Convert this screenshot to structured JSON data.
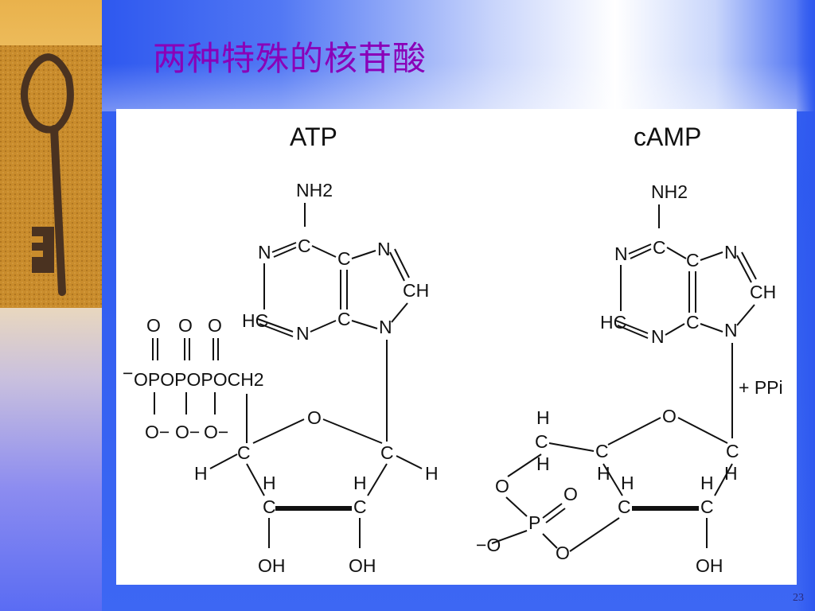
{
  "slide": {
    "title": "两种特殊的核苷酸",
    "page_number": "23"
  },
  "decorations": {
    "left_image": "antique-key-photo",
    "background_color": "#3a63f2",
    "title_color": "#8a00b8"
  },
  "figure": {
    "atp": {
      "name": "ATP",
      "amine": "NH2",
      "ring_atoms": [
        "N",
        "C",
        "C",
        "N",
        "CH",
        "HC",
        "N",
        "C",
        "N"
      ],
      "phosphate_chain": "OPOPOPOCH2",
      "phosphate_prefix": "−",
      "phosphate_oxygens_top": [
        "O",
        "O",
        "O"
      ],
      "phosphate_oxygens_bottom": [
        "O−",
        "O−",
        "O−"
      ],
      "sugar_oxygen": "O",
      "sugar_carbons": [
        "C",
        "C",
        "C",
        "C"
      ],
      "sugar_hydrogens": [
        "H",
        "H",
        "H",
        "H"
      ],
      "hydroxyls": [
        "OH",
        "OH"
      ]
    },
    "camp": {
      "name": "cAMP",
      "amine": "NH2",
      "ring_atoms": [
        "N",
        "C",
        "C",
        "N",
        "CH",
        "HC",
        "N",
        "C",
        "N"
      ],
      "byproduct": "+ PPi",
      "sugar_oxygen": "O",
      "phosphate": "P",
      "phosphate_oxygens": [
        "O",
        "O",
        "O",
        "O"
      ],
      "phosphate_charge": "−O",
      "sugar_carbons": [
        "C",
        "C",
        "C",
        "C",
        "C"
      ],
      "sugar_hydrogens": [
        "H",
        "H",
        "H",
        "H",
        "H",
        "H"
      ],
      "hydroxyl": "OH"
    }
  }
}
